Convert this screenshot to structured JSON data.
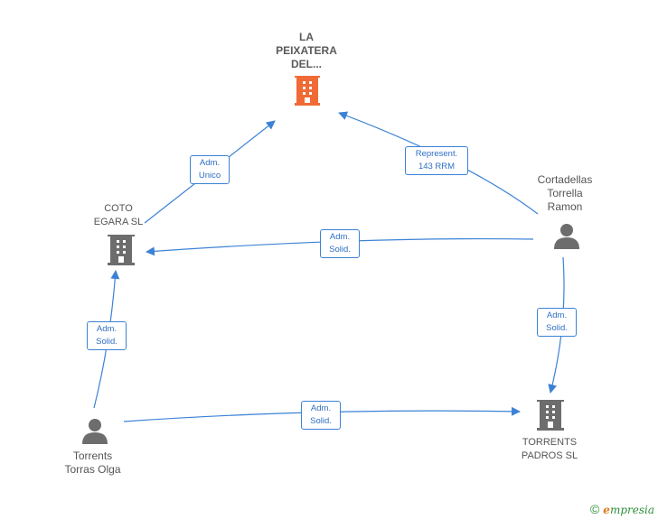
{
  "nodes": {
    "peixatera": {
      "label_lines": [
        "LA",
        "PEIXATERA",
        "DEL..."
      ],
      "type": "company-main"
    },
    "coto": {
      "label_lines": [
        "COTO",
        "EGARA SL"
      ],
      "type": "company"
    },
    "cortadellas": {
      "label_lines": [
        "Cortadellas",
        "Torrella",
        "Ramon"
      ],
      "type": "person"
    },
    "torrents_padros": {
      "label_lines": [
        "TORRENTS",
        "PADROS SL"
      ],
      "type": "company"
    },
    "torrents_olga": {
      "label_lines": [
        "Torrents",
        "Torras Olga"
      ],
      "type": "person"
    }
  },
  "edges": {
    "coto_to_peixatera": {
      "label_lines": [
        "Adm.",
        "Unico"
      ]
    },
    "cortadellas_to_peixatera": {
      "label_lines": [
        "Represent.",
        "143 RRM"
      ]
    },
    "cortadellas_to_coto": {
      "label_lines": [
        "Adm.",
        "Solid."
      ]
    },
    "cortadellas_to_torrents_padros": {
      "label_lines": [
        "Adm.",
        "Solid."
      ]
    },
    "olga_to_coto": {
      "label_lines": [
        "Adm.",
        "Solid."
      ]
    },
    "olga_to_torrents_padros": {
      "label_lines": [
        "Adm.",
        "Solid."
      ]
    }
  },
  "colors": {
    "edge": "#3b82d6",
    "main_company": "#f06a35",
    "company": "#6d6d6d",
    "person": "#6d6d6d"
  },
  "brand": {
    "copyright": "©",
    "first_letter": "e",
    "rest": "mpresia"
  }
}
